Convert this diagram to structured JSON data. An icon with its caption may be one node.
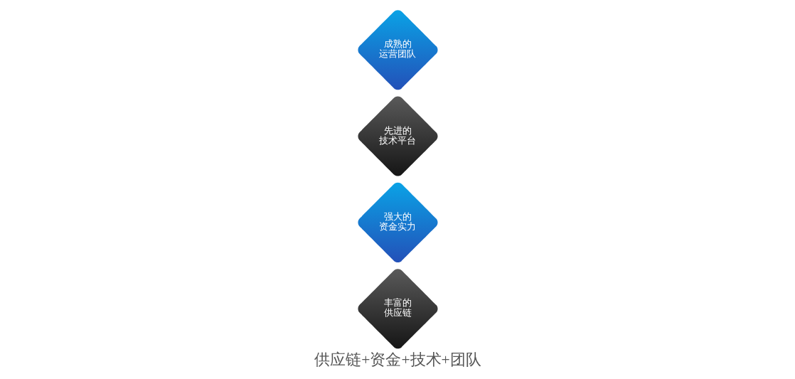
{
  "diagram": {
    "caption": "供应链+资金+技术+团队",
    "nodes": [
      {
        "text": [
          "丰富的供应链"
        ]
      },
      {
        "text": [
          "强大的资金实力"
        ]
      },
      {
        "text": [
          "先进的技术平台"
        ]
      },
      {
        "text": [
          "成熟的运营团队"
        ]
      }
    ],
    "edges": []
  }
}
